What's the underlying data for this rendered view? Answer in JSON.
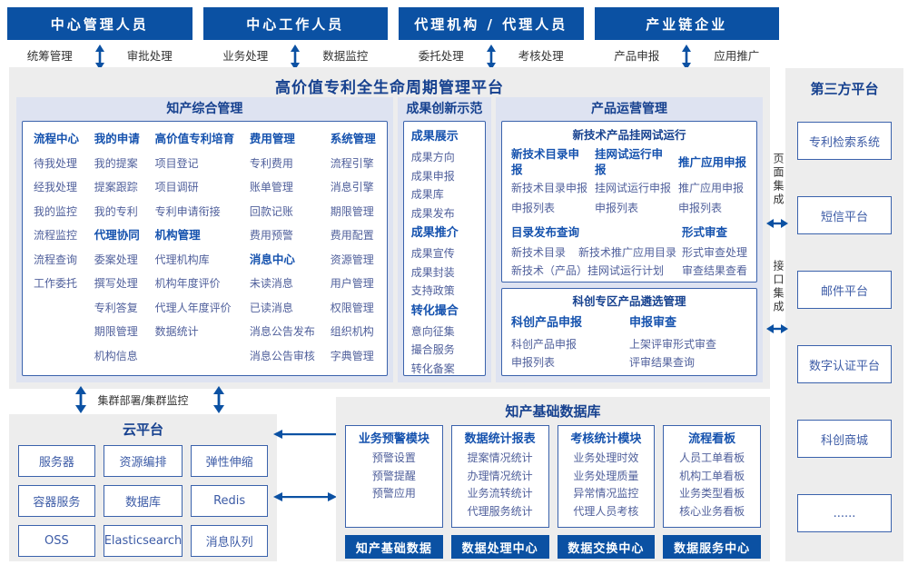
{
  "colors": {
    "primary_blue": "#0b51a3",
    "container_bg": "#ededed",
    "section_bg": "#dee3f1",
    "panel_border": "#3a62ac",
    "heading_text": "#1552ae",
    "item_text": "#4f5f9b",
    "navy_text": "#16418f"
  },
  "personas": [
    {
      "title": "中心管理人员",
      "left": "统筹管理",
      "right": "审批处理"
    },
    {
      "title": "中心工作人员",
      "left": "业务处理",
      "right": "数据监控"
    },
    {
      "title": "代理机构 / 代理人员",
      "left": "委托处理",
      "right": "考核处理"
    },
    {
      "title": "产业链企业",
      "left": "产品申报",
      "right": "应用推广"
    }
  ],
  "platform": {
    "title": "高价值专利全生命周期管理平台",
    "ip_mgmt": {
      "title": "知产综合管理",
      "columns": [
        {
          "groups": [
            {
              "heading": "流程中心",
              "items": [
                "待我处理",
                "经我处理",
                "我的监控",
                "流程监控",
                "流程查询",
                "工作委托"
              ]
            }
          ]
        },
        {
          "groups": [
            {
              "heading": "我的申请",
              "items": [
                "我的提案",
                "提案跟踪",
                "我的专利"
              ]
            },
            {
              "heading": "代理协同",
              "items": [
                "委案处理",
                "撰写处理",
                "专利答复",
                "期限管理",
                "机构信息"
              ]
            }
          ]
        },
        {
          "groups": [
            {
              "heading": "高价值专利培育",
              "items": [
                "项目登记",
                "项目调研",
                "专利申请衔接"
              ]
            },
            {
              "heading": "机构管理",
              "items": [
                "代理机构库",
                "机构年度评价",
                "代理人年度评价",
                "数据统计"
              ]
            }
          ]
        },
        {
          "groups": [
            {
              "heading": "费用管理",
              "items": [
                "专利费用",
                "账单管理",
                "回款记账",
                "费用预警"
              ]
            },
            {
              "heading": "消息中心",
              "items": [
                "未读消息",
                "已读消息",
                "消息公告发布",
                "消息公告审核"
              ]
            }
          ]
        },
        {
          "groups": [
            {
              "heading": "系统管理",
              "items": [
                "流程引擎",
                "消息引擎",
                "期限管理",
                "费用配置",
                "资源管理",
                "用户管理",
                "权限管理",
                "组织机构",
                "字典管理"
              ]
            }
          ]
        }
      ]
    },
    "achievement": {
      "title": "成果创新示范",
      "groups": [
        {
          "heading": "成果展示",
          "items": [
            "成果方向",
            "成果申报",
            "成果库",
            "成果发布"
          ]
        },
        {
          "heading": "成果推介",
          "items": [
            "成果宣传",
            "成果封装",
            "支持政策"
          ]
        },
        {
          "heading": "转化撮合",
          "items": [
            "意向征集",
            "撮合服务",
            "转化备案"
          ]
        }
      ]
    },
    "product_ops": {
      "title": "产品运营管理",
      "trial": {
        "title": "新技术产品挂网试运行",
        "columns": [
          {
            "heading": "新技术目录申报",
            "items": [
              "新技术目录申报",
              "申报列表"
            ]
          },
          {
            "heading": "挂网试运行申报",
            "items": [
              "挂网试运行申报",
              "申报列表"
            ]
          },
          {
            "heading": "推广应用申报",
            "items": [
              "推广应用申报",
              "申报列表"
            ]
          }
        ],
        "catalog": {
          "heading": "目录发布查询",
          "row1": [
            "新技术目录",
            "新技术推广应用目录"
          ],
          "row2": "新技术（产品）挂网试运行计划"
        },
        "review": {
          "heading": "形式审查",
          "items": [
            "形式审查处理",
            "审查结果查看"
          ]
        }
      },
      "selection": {
        "title": "科创专区产品遴选管理",
        "columns": [
          {
            "heading": "科创产品申报",
            "items": [
              "科创产品申报",
              "申报列表"
            ]
          },
          {
            "heading": "申报审查",
            "items": [
              "上架评审形式审查",
              "评审结果查询"
            ]
          }
        ]
      }
    }
  },
  "cluster_label": "集群部署/集群监控",
  "cloud": {
    "title": "云平台",
    "items": [
      "服务器",
      "资源编排",
      "弹性伸缩",
      "容器服务",
      "数据库",
      "Redis",
      "OSS",
      "Elasticsearch",
      "消息队列"
    ]
  },
  "database": {
    "title": "知产基础数据库",
    "modules": [
      {
        "heading": "业务预警模块",
        "items": [
          "预警设置",
          "预警提醒",
          "预警应用"
        ],
        "footer": "知产基础数据"
      },
      {
        "heading": "数据统计报表",
        "items": [
          "提案情况统计",
          "办理情况统计",
          "业务流转统计",
          "代理服务统计"
        ],
        "footer": "数据处理中心"
      },
      {
        "heading": "考核统计模块",
        "items": [
          "业务处理时效",
          "业务处理质量",
          "异常情况监控",
          "代理人员考核"
        ],
        "footer": "数据交换中心"
      },
      {
        "heading": "流程看板",
        "items": [
          "人员工单看板",
          "机构工单看板",
          "业务类型看板",
          "核心业务看板"
        ],
        "footer": "数据服务中心"
      }
    ]
  },
  "third_party": {
    "title": "第三方平台",
    "items": [
      "专利检索系统",
      "短信平台",
      "邮件平台",
      "数字认证平台",
      "科创商城",
      "......"
    ]
  },
  "integration": {
    "page": "页面集成",
    "api": "接口集成"
  }
}
